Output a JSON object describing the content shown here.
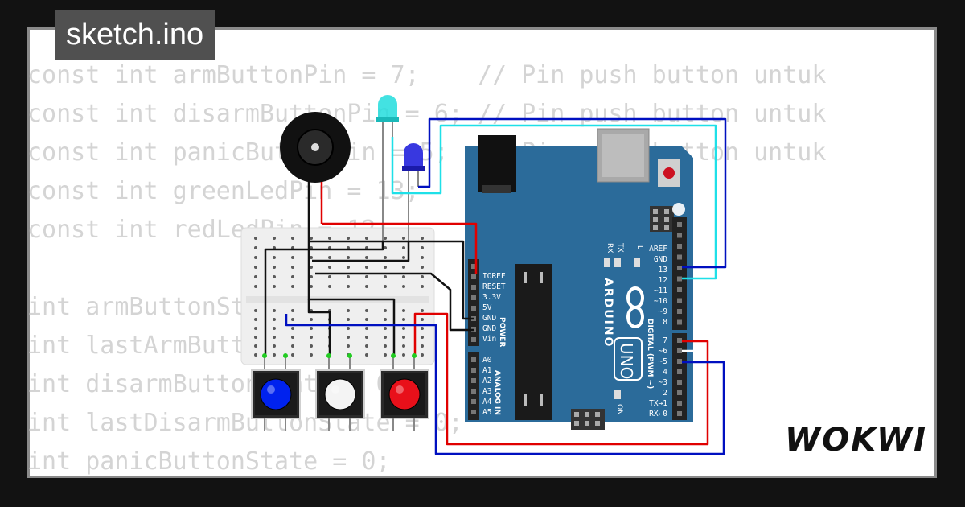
{
  "title": "sketch.ino",
  "code_lines": [
    "const int armButtonPin = 7;    // Pin push button untuk",
    "const int disarmButtonPin = 6; // Pin push button untuk",
    "const int panicButtonPin = 5;  // Pin push button untuk",
    "const int greenLedPin = 13;    // LED hijau",
    "const int redLedPin = 12;      // LED merah",
    "",
    "int armButtonState = 0;",
    "int lastArmButtonState = 0;",
    "int disarmButtonState = 0;",
    "int lastDisarmButtonState = 0;",
    "int panicButtonState = 0;"
  ],
  "arduino": {
    "brand": "ARDUINO",
    "model": "UNO",
    "power_pins": [
      "IOREF",
      "RESET",
      "3.3V",
      "5V",
      "GND",
      "GND",
      "Vin"
    ],
    "power_label": "POWER",
    "analog_pins": [
      "A0",
      "A1",
      "A2",
      "A3",
      "A4",
      "A5"
    ],
    "analog_label": "ANALOG IN",
    "digital_top": [
      "AREF",
      "GND",
      "13",
      "12",
      "~11",
      "~10",
      "~9",
      "8"
    ],
    "digital_bottom": [
      "7",
      "~6",
      "~5",
      "4",
      "~3",
      "2",
      "TX→1",
      "RX←0"
    ],
    "digital_label": "DIGITAL (PWM ~)",
    "tx_label": "TX",
    "rx_label": "RX",
    "l_label": "L",
    "on_label": "ON"
  },
  "buttons": [
    {
      "name": "arm",
      "color": "#0022ee"
    },
    {
      "name": "disarm",
      "color": "#f4f4f4"
    },
    {
      "name": "panic",
      "color": "#e8101a"
    }
  ],
  "leds": [
    {
      "name": "green-led",
      "color": "#22dddd"
    },
    {
      "name": "blue-led",
      "color": "#2222dd"
    }
  ],
  "colors": {
    "board": "#2b6b9a",
    "wire_red": "#e00000",
    "wire_blue": "#0010c0",
    "wire_cyan": "#1ee0e8",
    "wire_black": "#111111"
  },
  "logo": "WOKWI"
}
